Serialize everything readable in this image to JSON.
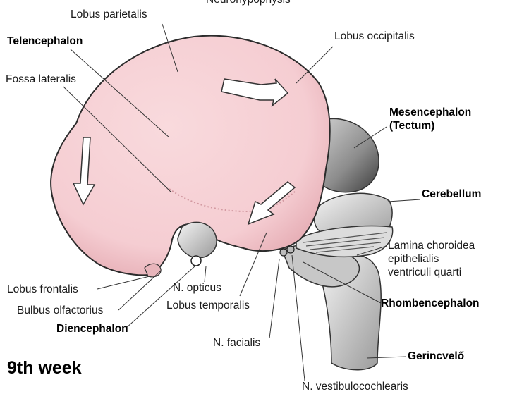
{
  "colors": {
    "telencephalon_fill": "#f7d3d6",
    "shading": "#c98f96",
    "structures_grey": "#8a8a8a",
    "line": "#333333"
  },
  "labels": {
    "neurohypophysis": "Neurohypophysis",
    "lobus_parietalis": "Lobus parietalis",
    "telencephalon": "Telencephalon",
    "fossa_lateralis": "Fossa lateralis",
    "lobus_occipitalis": "Lobus occipitalis",
    "mesencephalon": "Mesencephalon\n(Tectum)",
    "cerebellum": "Cerebellum",
    "lamina_choroidea": "Lamina choroidea\nepithelialis\nventriculi quarti",
    "rhombencephalon": "Rhombencephalon",
    "gerincvelo": "Gerincvelő",
    "lobus_frontalis": "Lobus frontalis",
    "bulbus_olfactorius": "Bulbus olfactorius",
    "diencephalon": "Diencephalon",
    "n_opticus": "N. opticus",
    "lobus_temporalis": "Lobus temporalis",
    "n_facialis": "N. facialis",
    "n_vestibulocochlearis": "N. vestibulocochlearis",
    "week": "9th week"
  }
}
